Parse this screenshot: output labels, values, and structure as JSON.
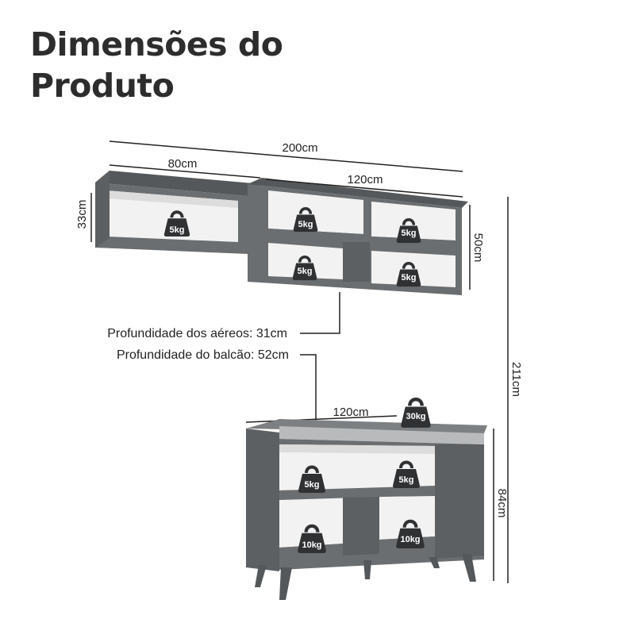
{
  "title": {
    "line1": "Dimensões do",
    "line2": "Produto"
  },
  "dimensions": {
    "total_width": "200cm",
    "upper_left_width": "80cm",
    "upper_right_width": "120cm",
    "upper_left_height": "33cm",
    "upper_right_height": "50cm",
    "total_height": "211cm",
    "counter_width": "120cm",
    "counter_height": "84cm"
  },
  "notes": {
    "upper_depth": "Profundidade dos aéreos: 31cm",
    "counter_depth": "Profundidade do balcão: 52cm"
  },
  "weights": {
    "upper_left": "5kg",
    "upper_r1": "5kg",
    "upper_r2": "5kg",
    "upper_r3": "5kg",
    "upper_r4": "5kg",
    "counter_top": "30kg",
    "counter_s1": "5kg",
    "counter_s2": "5kg",
    "counter_b1": "10kg",
    "counter_b2": "10kg"
  },
  "colors": {
    "cabinet": "#6b6e70",
    "cabinet_dark": "#55585a",
    "interior": "#f2f2f2",
    "weight_icon": "#2f3133"
  }
}
